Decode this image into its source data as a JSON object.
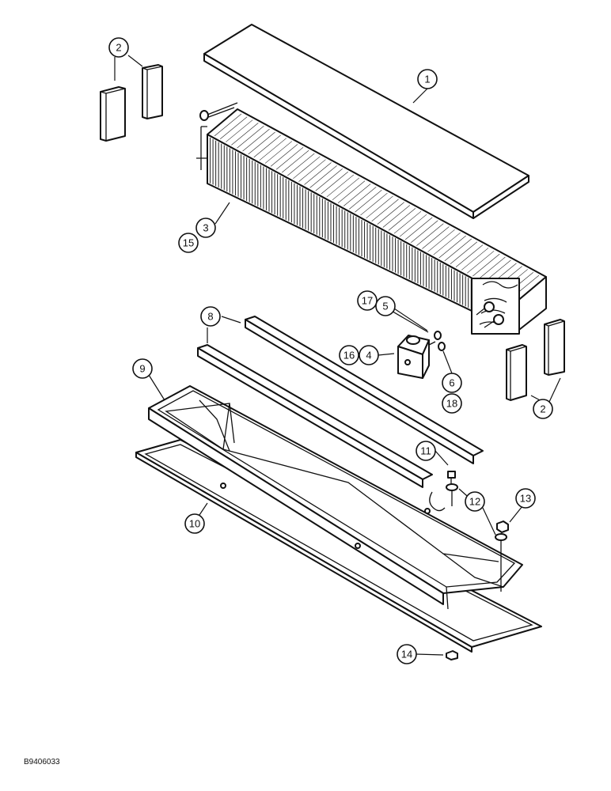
{
  "callouts": {
    "c1": "1",
    "c2a": "2",
    "c2b": "2",
    "c3": "3",
    "c4": "4",
    "c5": "5",
    "c6": "6",
    "c8": "8",
    "c9": "9",
    "c10": "10",
    "c11": "11",
    "c12": "12",
    "c13": "13",
    "c14": "14",
    "c15": "15",
    "c16": "16",
    "c17": "17",
    "c18": "18"
  },
  "figure_code": "B9406033",
  "colors": {
    "line": "#111111",
    "background": "#ffffff"
  }
}
